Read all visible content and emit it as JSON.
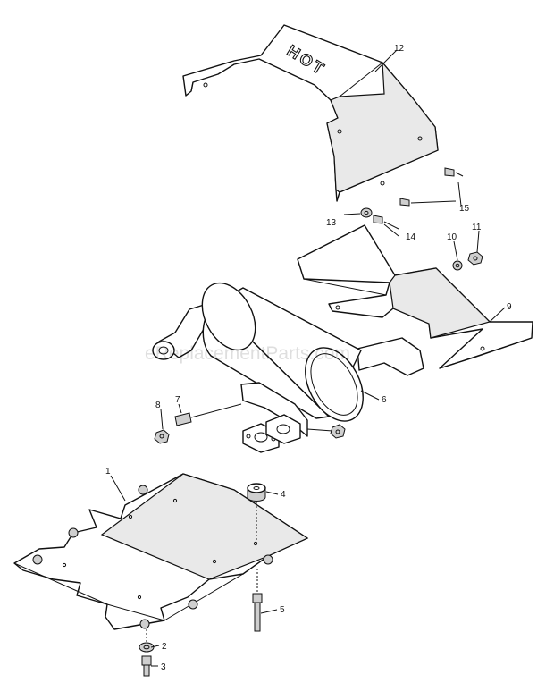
{
  "diagram": {
    "part_numbers": [
      "1",
      "2",
      "3",
      "4",
      "5",
      "6",
      "7",
      "8",
      "9",
      "10",
      "11",
      "12",
      "13",
      "14",
      "15"
    ],
    "shield_text": "HOT",
    "watermark": "eReplacementParts.com"
  }
}
